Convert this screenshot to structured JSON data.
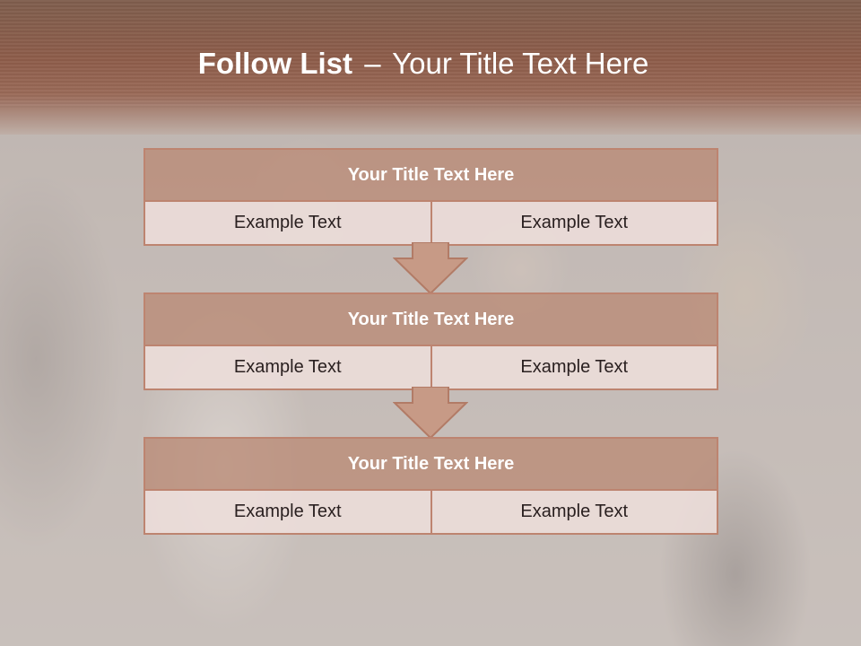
{
  "slide": {
    "title_bold": "Follow List",
    "title_sep": "–",
    "title_rest": "Your Title Text Here"
  },
  "steps": [
    {
      "title": "Your Title Text Here",
      "left": "Example Text",
      "right": "Example Text"
    },
    {
      "title": "Your Title Text Here",
      "left": "Example Text",
      "right": "Example Text"
    },
    {
      "title": "Your Title Text Here",
      "left": "Example Text",
      "right": "Example Text"
    }
  ],
  "colors": {
    "header": "#8e5d4a",
    "block_head": "#c49a88",
    "block_cell": "#ecdfdc",
    "border": "#bd8470"
  }
}
